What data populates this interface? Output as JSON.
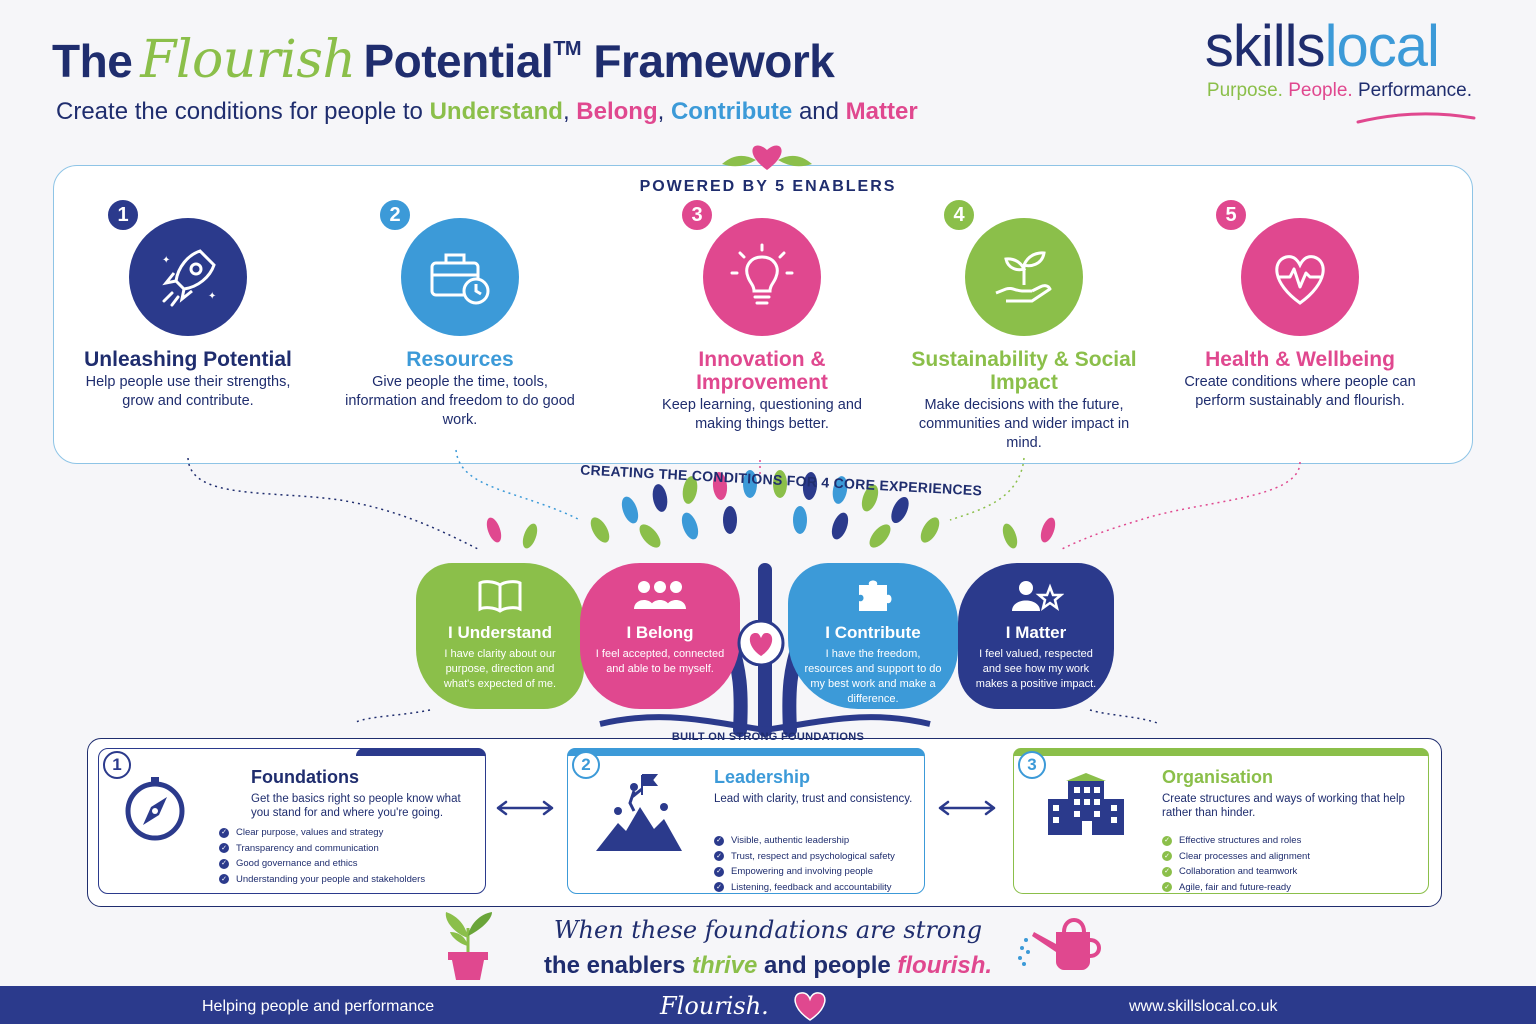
{
  "header": {
    "title_pre": "The",
    "title_script": "Flourish",
    "title_post": "Potential",
    "title_tm": "TM",
    "title_end": "Framework",
    "subtitle_pre": "Create the conditions for people to",
    "subtitle_w1": "Understand",
    "subtitle_sep1": ",",
    "subtitle_w2": "Belong",
    "subtitle_sep2": ",",
    "subtitle_w3": "Contribute",
    "subtitle_and": "and",
    "subtitle_w4": "Matter"
  },
  "logo": {
    "word_a": "skills",
    "word_b": "local",
    "tag_1": "Purpose.",
    "tag_2": "People.",
    "tag_3": "Performance."
  },
  "enablers": {
    "heading": "POWERED BY 5 ENABLERS",
    "items": [
      {
        "num": "1",
        "name": "Unleashing Potential",
        "desc": "Help people use their strengths, grow and contribute.",
        "color": "#2b3a8c",
        "icon": "rocket-icon"
      },
      {
        "num": "2",
        "name": "Resources",
        "desc": "Give people the time, tools, information and freedom to do good work.",
        "color": "#3c9ad8",
        "icon": "toolbox-clock-icon"
      },
      {
        "num": "3",
        "name": "Innovation & Improvement",
        "desc": "Keep learning, questioning and making things better.",
        "color": "#e0488f",
        "icon": "lightbulb-icon"
      },
      {
        "num": "4",
        "name": "Sustainability & Social Impact",
        "desc": "Make decisions with the future, communities and wider impact in mind.",
        "color": "#8bbf4a",
        "icon": "plant-hand-icon"
      },
      {
        "num": "5",
        "name": "Health & Wellbeing",
        "desc": "Create conditions where people can perform sustainably and flourish.",
        "color": "#e0488f",
        "icon": "heart-pulse-icon"
      }
    ]
  },
  "core": {
    "heading": "CREATING THE CONDITIONS FOR 4 CORE EXPERIENCES",
    "items": [
      {
        "name": "I Understand",
        "desc": "I have clarity about our purpose, direction and what's expected of me.",
        "color": "#8bbf4a",
        "icon": "book-icon"
      },
      {
        "name": "I Belong",
        "desc": "I feel accepted, connected and able to be myself.",
        "color": "#e0488f",
        "icon": "people-group-icon"
      },
      {
        "name": "I Contribute",
        "desc": "I have the freedom, resources and support to do my best work and make a difference.",
        "color": "#3c9ad8",
        "icon": "puzzle-icon"
      },
      {
        "name": "I Matter",
        "desc": "I feel valued, respected and see how my work makes a positive impact.",
        "color": "#2b3a8c",
        "icon": "person-star-icon"
      }
    ]
  },
  "foundations": {
    "heading": "BUILT ON STRONG FOUNDATIONS",
    "items": [
      {
        "num": "1",
        "name": "Foundations",
        "desc": "Get the basics right so people know what you stand for and where you're going.",
        "color": "#2b3a8c",
        "icon": "compass-icon",
        "points": [
          "Clear purpose, values and strategy",
          "Transparency and communication",
          "Good governance and ethics",
          "Understanding your people and stakeholders"
        ]
      },
      {
        "num": "2",
        "name": "Leadership",
        "desc": "Lead with clarity, trust and consistency.",
        "color": "#3c9ad8",
        "icon": "mountain-flag-icon",
        "points": [
          "Visible, authentic leadership",
          "Trust, respect and psychological safety",
          "Empowering and involving people",
          "Listening, feedback and accountability"
        ]
      },
      {
        "num": "3",
        "name": "Organisation",
        "desc": "Create structures and ways of working that help rather than hinder.",
        "color": "#8bbf4a",
        "icon": "building-icon",
        "points": [
          "Effective structures and roles",
          "Clear processes and alignment",
          "Collaboration and teamwork",
          "Agile, fair and future-ready"
        ]
      }
    ]
  },
  "closing": {
    "line1": "When these foundations are strong",
    "line2_a": "the enablers",
    "line2_b": "thrive",
    "line2_c": "and people",
    "line2_d": "flourish."
  },
  "footer": {
    "left": "Helping people and performance",
    "middle": "Flourish.",
    "right": "www.skillslocal.co.uk"
  },
  "colors": {
    "navy": "#1f2d6e",
    "green": "#8bbf4a",
    "pink": "#e0488f",
    "blue": "#3c9ad8"
  }
}
